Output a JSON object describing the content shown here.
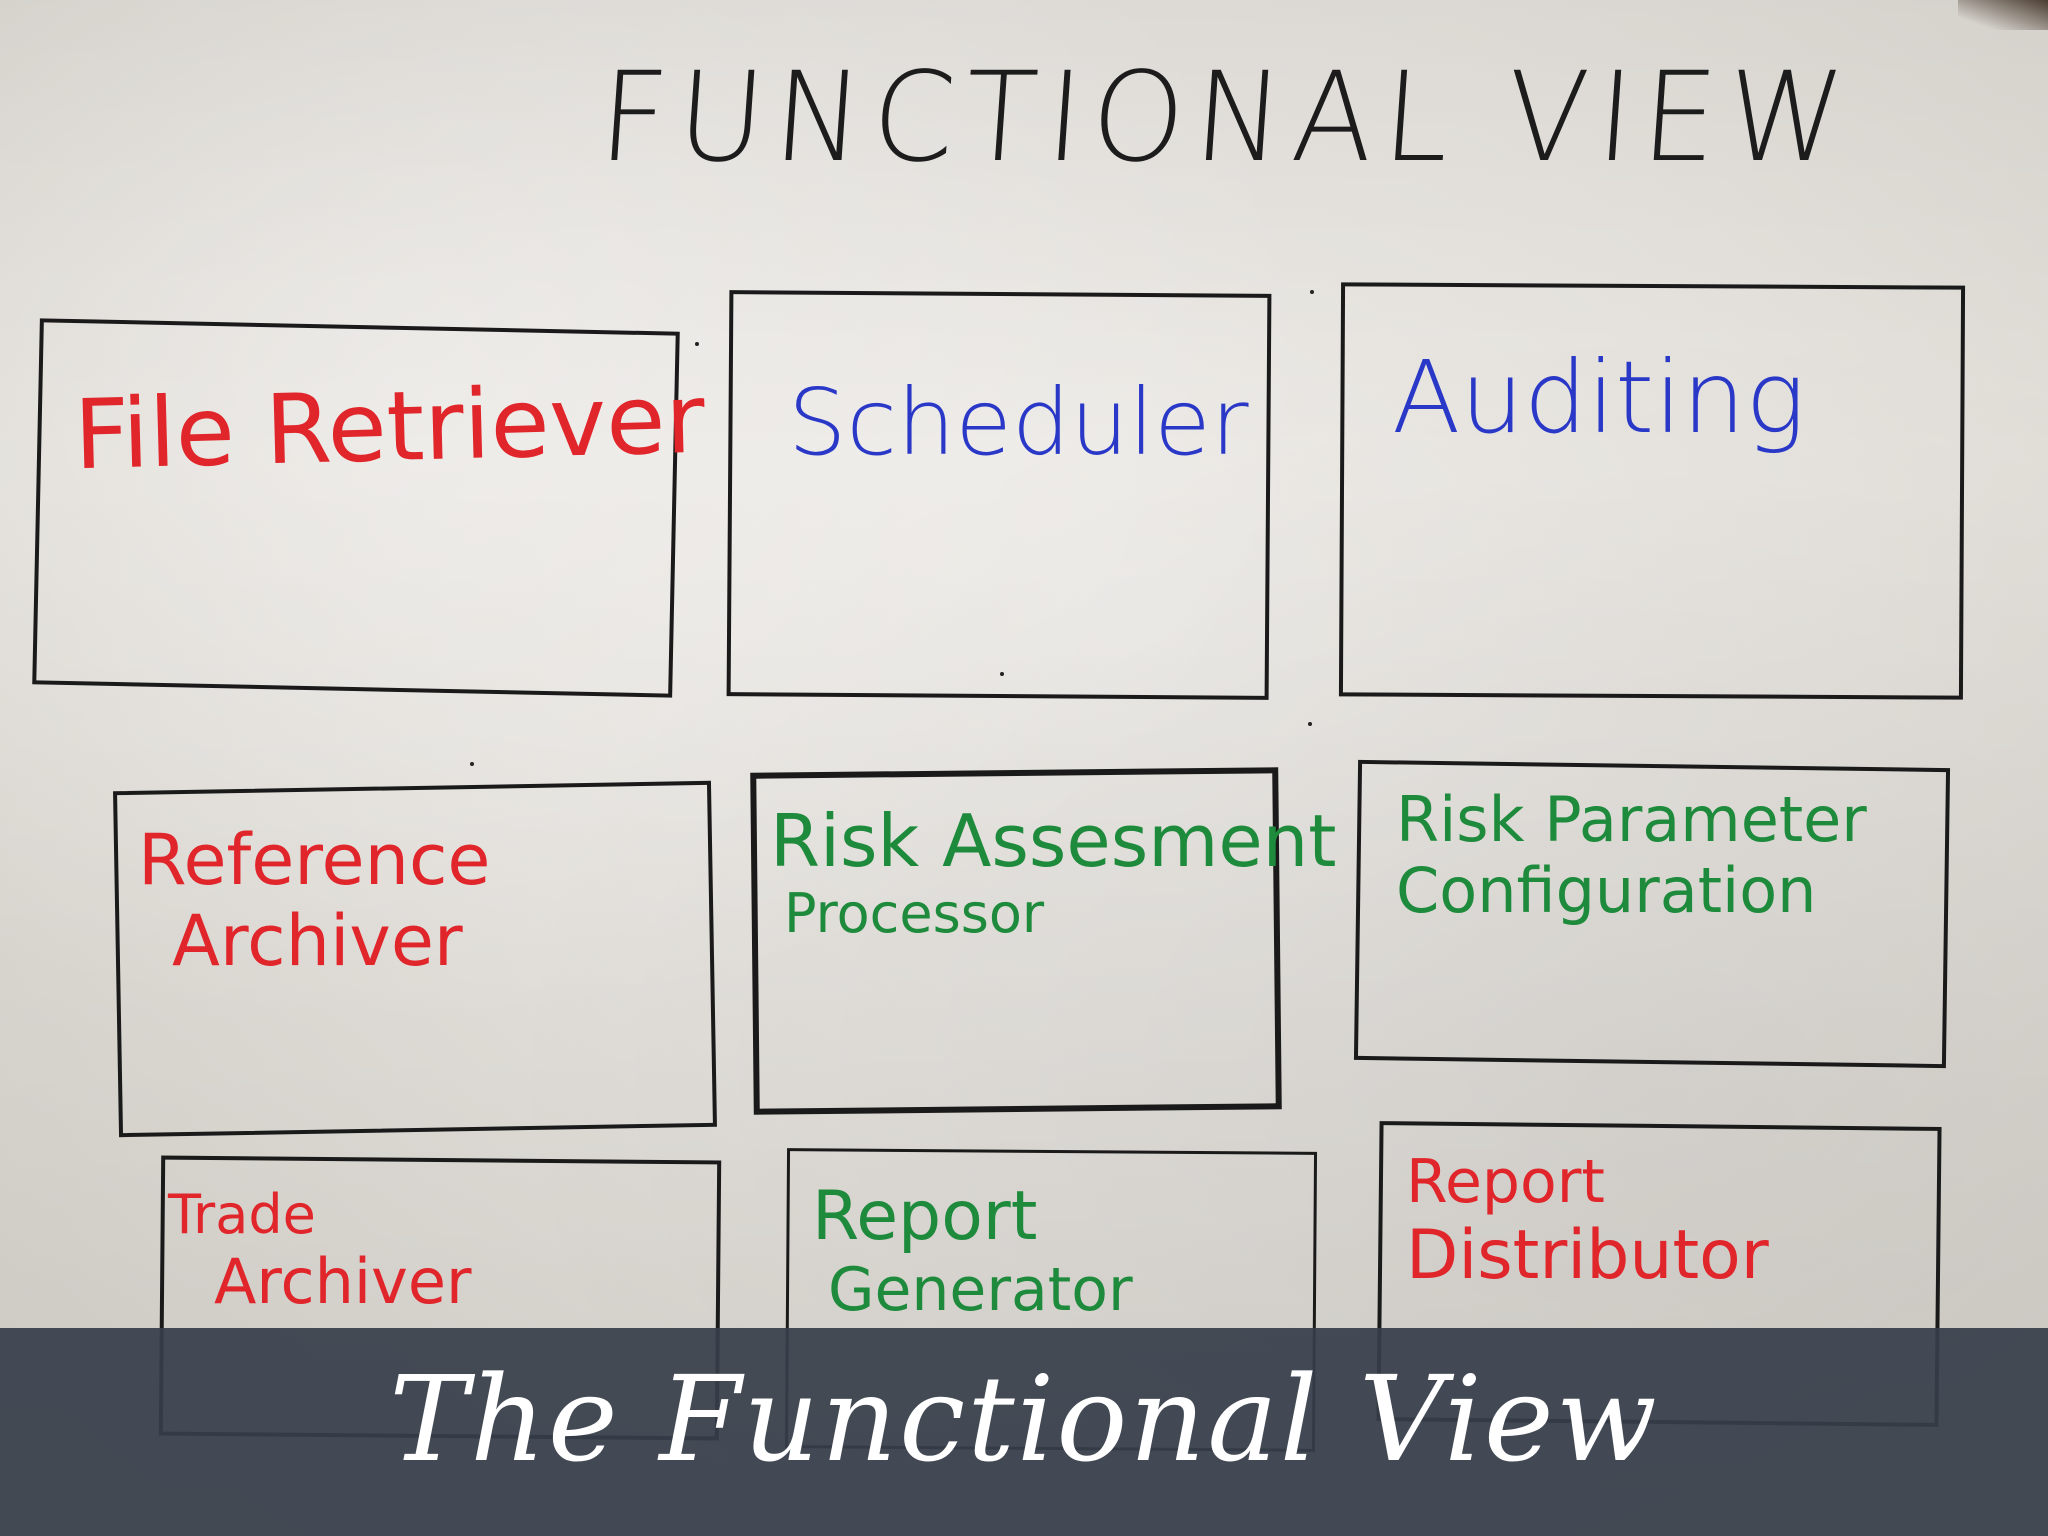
{
  "whiteboard": {
    "title": "FUNCTIONAL VIEW",
    "boxes": [
      {
        "lines": [
          "File Retriever"
        ],
        "color": "#e0252b"
      },
      {
        "lines": [
          "Scheduler"
        ],
        "color": "#2a38c8"
      },
      {
        "lines": [
          "Auditing"
        ],
        "color": "#2a38c8"
      },
      {
        "lines": [
          "Reference",
          "Archiver"
        ],
        "color": "#e0252b"
      },
      {
        "lines": [
          "Risk Assesment",
          "Processor"
        ],
        "color": "#1e8a3c"
      },
      {
        "lines": [
          "Risk Parameter",
          "Configuration"
        ],
        "color": "#1e8a3c"
      },
      {
        "lines": [
          "Trade",
          "Archiver"
        ],
        "color": "#e0252b"
      },
      {
        "lines": [
          "Report",
          "Generator"
        ],
        "color": "#1e8a3c"
      },
      {
        "lines": [
          "Report",
          "Distributor"
        ],
        "color": "#e0252b"
      }
    ]
  },
  "caption": {
    "text": "The Functional View"
  }
}
